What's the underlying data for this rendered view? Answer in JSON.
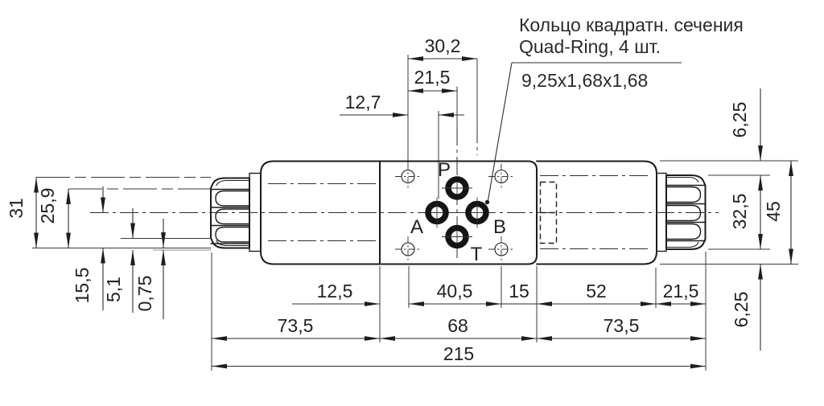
{
  "note": {
    "line1": "Кольцо квадратн. сечения",
    "line2": "Quad-Ring, 4 шт.",
    "size": "9,25x1,68x1,68"
  },
  "ports": {
    "p": "P",
    "a": "A",
    "b": "B",
    "t": "T"
  },
  "dims": {
    "top_30_2": "30,2",
    "top_21_5": "21,5",
    "top_12_7": "12,7",
    "left_31": "31",
    "left_25_9": "25,9",
    "left_15_5": "15,5",
    "left_5_1": "5,1",
    "left_0_75": "0,75",
    "right_6_25_top": "6,25",
    "right_32_5": "32,5",
    "right_45": "45",
    "right_6_25_bot": "6,25",
    "row1": [
      "12,5",
      "40,5",
      "15",
      "52",
      "21,5"
    ],
    "row2": [
      "73,5",
      "68",
      "73,5"
    ],
    "row3": "215"
  },
  "colors": {
    "line": "#1c1c1c",
    "text": "#222222",
    "background": "#ffffff"
  }
}
